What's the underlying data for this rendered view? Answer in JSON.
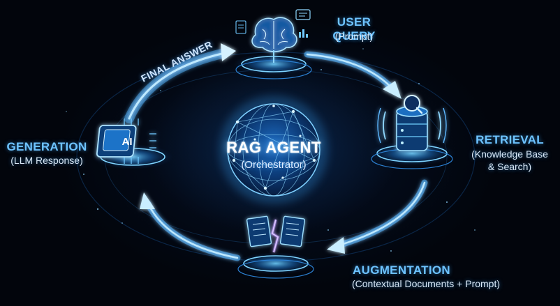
{
  "center": {
    "title": "RAG AGENT",
    "subtitle": "(Orchestrator)"
  },
  "stages": {
    "user_query": {
      "title": "USER QUERY",
      "subtitle": "(Prompt)",
      "icon": "brain-icon"
    },
    "retrieval": {
      "title": "RETRIEVAL",
      "subtitle_line1": "(Knowledge Base",
      "subtitle_line2": "& Search)",
      "icon": "database-search-icon"
    },
    "augmentation": {
      "title": "AUGMENTATION",
      "subtitle": "(Contextual Documents + Prompt)",
      "icon": "documents-icon"
    },
    "generation": {
      "title": "GENERATION",
      "subtitle": "(LLM Response)",
      "icon": "ai-chip-icon",
      "chip_text": "AI"
    }
  },
  "flow_label": "FINAL ANSWER",
  "colors": {
    "accent": "#6ec3ff",
    "glow": "#3aa8ff",
    "background": "#02050c"
  }
}
